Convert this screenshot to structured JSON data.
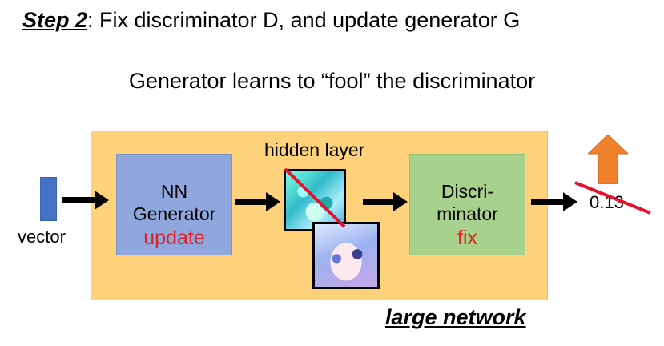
{
  "header": {
    "step_label": "Step 2",
    "step_text": ": Fix discriminator D, and update generator G"
  },
  "subtitle": "Generator learns to “fool” the discriminator",
  "input": {
    "label": "vector"
  },
  "generator": {
    "name": "NN\nGenerator",
    "tag": "update"
  },
  "hidden_layer": {
    "label": "hidden layer"
  },
  "discriminator": {
    "name": "Discri-\nminator",
    "tag": "fix"
  },
  "output": {
    "value": "0.13"
  },
  "footer": {
    "label": "large network"
  },
  "colors": {
    "outer_box": "#fdd27a",
    "generator": "#8fa7dc",
    "discriminator": "#a9d18e",
    "vector": "#4472c4",
    "tag_red": "#e02020",
    "up_arrow": "#f0802a"
  }
}
